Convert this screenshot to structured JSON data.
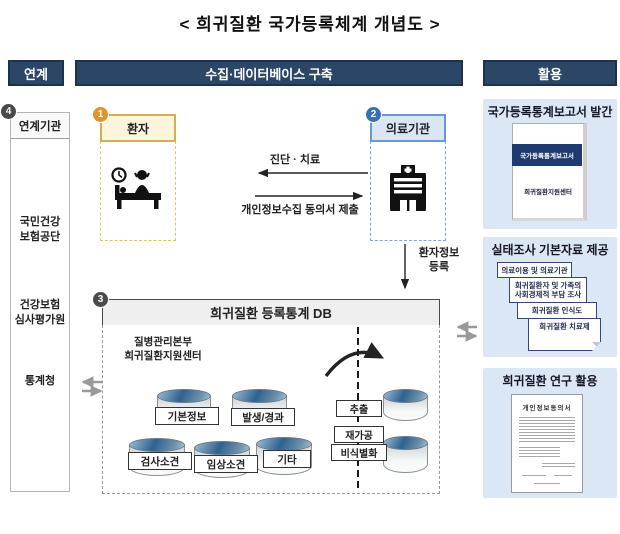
{
  "title": "< 희귀질환 국가등록체계 개념도 >",
  "headers": {
    "left": "연계",
    "center": "수집·데이터베이스 구축",
    "right": "활용"
  },
  "linkage": {
    "badge": "4",
    "header": "연계기관",
    "items": [
      "국민건강\n보험공단",
      "건강보험\n심사평가원",
      "통계청"
    ]
  },
  "collection": {
    "patient": {
      "badge": "1",
      "label": "환자",
      "icon": "patient-bed-icon"
    },
    "hospital": {
      "badge": "2",
      "label": "의료기관",
      "icon": "hospital-icon"
    },
    "arrows": {
      "top": "진단 · 치료",
      "bottom": "개인정보수집 동의서 제출"
    },
    "register_label": "환자정보\n등록"
  },
  "db": {
    "badge": "3",
    "title": "희귀질환 등록통계 DB",
    "org": "질병관리본부\n희귀질환지원센터",
    "cylinders": [
      "기본정보",
      "발생/경과",
      "검사소견",
      "임상소견",
      "기타"
    ],
    "process": [
      "추출",
      "재가공",
      "비식별화"
    ]
  },
  "usage": {
    "panels": [
      {
        "title": "국가등록통계보고서 발간",
        "book_band": "국가등록통계보고서",
        "book_caption": "희귀질환지원센터"
      },
      {
        "title": "실태조사 기본자료 제공",
        "cards": [
          "의료이용 및 의료기관",
          "희귀질환자 및 가족의\n사회경제적 부담 조사",
          "희귀질환 인식도",
          "희귀질환 치료제"
        ]
      },
      {
        "title": "희귀질환 연구 활용",
        "doc_title": "개인정보동의서"
      }
    ]
  },
  "colors": {
    "header_navy": "#2c4766",
    "badge_orange": "#e2922e",
    "badge_blue": "#3a6fb5",
    "badge_dark": "#4a4a4a",
    "patient_border": "#d2ae56",
    "patient_bg": "#fcf5dc",
    "hospital_border": "#6b98d2",
    "hospital_bg": "#dbe6f5",
    "panel_bg": "#dbe7f5",
    "book_band": "#1e3a6e",
    "cylinder_top": "#30618f",
    "arrow_gray": "#999999"
  }
}
